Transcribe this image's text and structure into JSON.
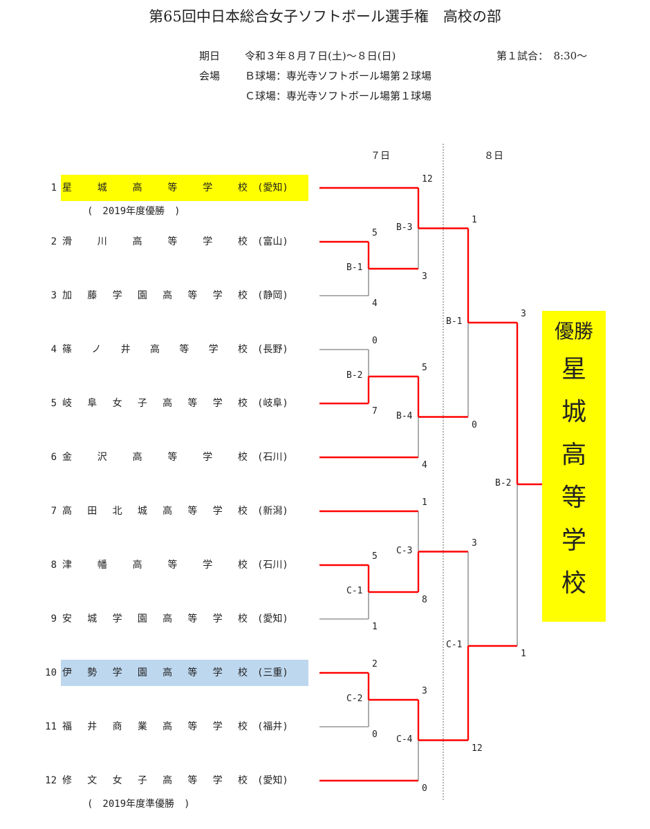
{
  "title": "第65回中日本総合女子ソフトボール選手権　高校の部",
  "schedule": {
    "date_label": "期日",
    "date_value": "令和３年８月７日(土)～８日(日)",
    "first_game": "第１試合：　8:30～",
    "venue_label": "会場",
    "venue_b": "Ｂ球場：専光寺ソフトボール場第２球場",
    "venue_c": "Ｃ球場：専光寺ソフトボール場第１球場"
  },
  "days": [
    "７日",
    "８日"
  ],
  "teams": [
    {
      "num": "1",
      "name": "星城高等学校",
      "pref": "(愛知)",
      "highlight": "#ffff00",
      "note": "(　2019年度優勝　)"
    },
    {
      "num": "2",
      "name": "滑川高等学校",
      "pref": "(富山)"
    },
    {
      "num": "3",
      "name": "加藤学園高等学校",
      "pref": "(静岡)"
    },
    {
      "num": "4",
      "name": "篠ノ井高等学校",
      "pref": "(長野)"
    },
    {
      "num": "5",
      "name": "岐阜女子高等学校",
      "pref": "(岐阜)"
    },
    {
      "num": "6",
      "name": "金沢高等学校",
      "pref": "(石川)"
    },
    {
      "num": "7",
      "name": "高田北城高等学校",
      "pref": "(新潟)"
    },
    {
      "num": "8",
      "name": "津幡高等学校",
      "pref": "(石川)"
    },
    {
      "num": "9",
      "name": "安城学園高等学校",
      "pref": "(愛知)"
    },
    {
      "num": "10",
      "name": "伊勢学園高等学校",
      "pref": "(三重)",
      "highlight": "#bdd7ee"
    },
    {
      "num": "11",
      "name": "福井商業高等学校",
      "pref": "(福井)"
    },
    {
      "num": "12",
      "name": "修文女子高等学校",
      "pref": "(愛知)",
      "note": "(　2019年度準優勝　)"
    }
  ],
  "matches": [
    {
      "id": "B-1",
      "top_score": "5",
      "bottom_score": "4",
      "mid_score": "3"
    },
    {
      "id": "B-2",
      "top_score": "0",
      "bottom_score": "7",
      "mid_score": "5"
    },
    {
      "id": "C-1",
      "top_score": "5",
      "bottom_score": "1",
      "mid_score": "8"
    },
    {
      "id": "C-2",
      "top_score": "2",
      "bottom_score": "0",
      "mid_score": "3"
    },
    {
      "id": "B-3",
      "top_score": "12",
      "bottom_score": "3",
      "mid_score": "1"
    },
    {
      "id": "B-4",
      "top_score": "5",
      "bottom_score": "4",
      "mid_score": "0"
    },
    {
      "id": "C-3",
      "top_score": "1",
      "bottom_score": "8",
      "mid_score": "3"
    },
    {
      "id": "C-4",
      "top_score": "3",
      "bottom_score": "0",
      "mid_score": "12"
    },
    {
      "id": "B-1",
      "top_score": "1",
      "bottom_score": "0",
      "mid_score": "3"
    },
    {
      "id": "C-1",
      "top_score": "3",
      "bottom_score": "12",
      "mid_score": "1"
    },
    {
      "id": "B-2",
      "top_score": "3",
      "bottom_score": "1"
    }
  ],
  "champion": {
    "title": "優勝",
    "name": "星城高等学校",
    "highlight": "#ffff00"
  },
  "colors": {
    "win_line": "#ff0000",
    "lose_line": "#808080",
    "divider": "#666666"
  }
}
